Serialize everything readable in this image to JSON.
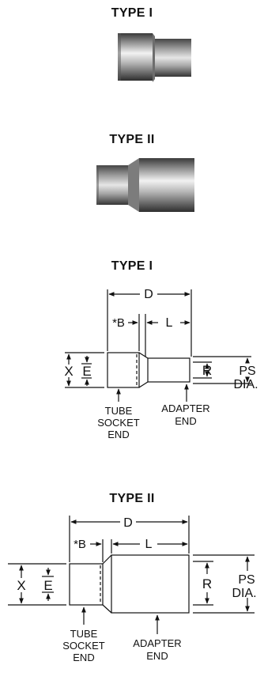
{
  "photos": {
    "type1_title": "TYPE I",
    "type2_title": "TYPE II"
  },
  "drawings": {
    "type1": {
      "title": "TYPE I",
      "dim_d": "D",
      "dim_b": "*B",
      "dim_l": "L",
      "dim_x": "X",
      "dim_e": "E",
      "dim_r": "R",
      "ps_line1": "PS",
      "ps_line2": "DIA.",
      "tube_line1": "TUBE",
      "tube_line2": "SOCKET",
      "tube_line3": "END",
      "adapter_line1": "ADAPTER",
      "adapter_line2": "END"
    },
    "type2": {
      "title": "TYPE II",
      "dim_d": "D",
      "dim_b": "*B",
      "dim_l": "L",
      "dim_x": "X",
      "dim_e": "E",
      "dim_r": "R",
      "ps_line1": "PS",
      "ps_line2": "DIA.",
      "tube_line1": "TUBE",
      "tube_line2": "SOCKET",
      "tube_line3": "END",
      "adapter_line1": "ADAPTER",
      "adapter_line2": "END"
    }
  }
}
